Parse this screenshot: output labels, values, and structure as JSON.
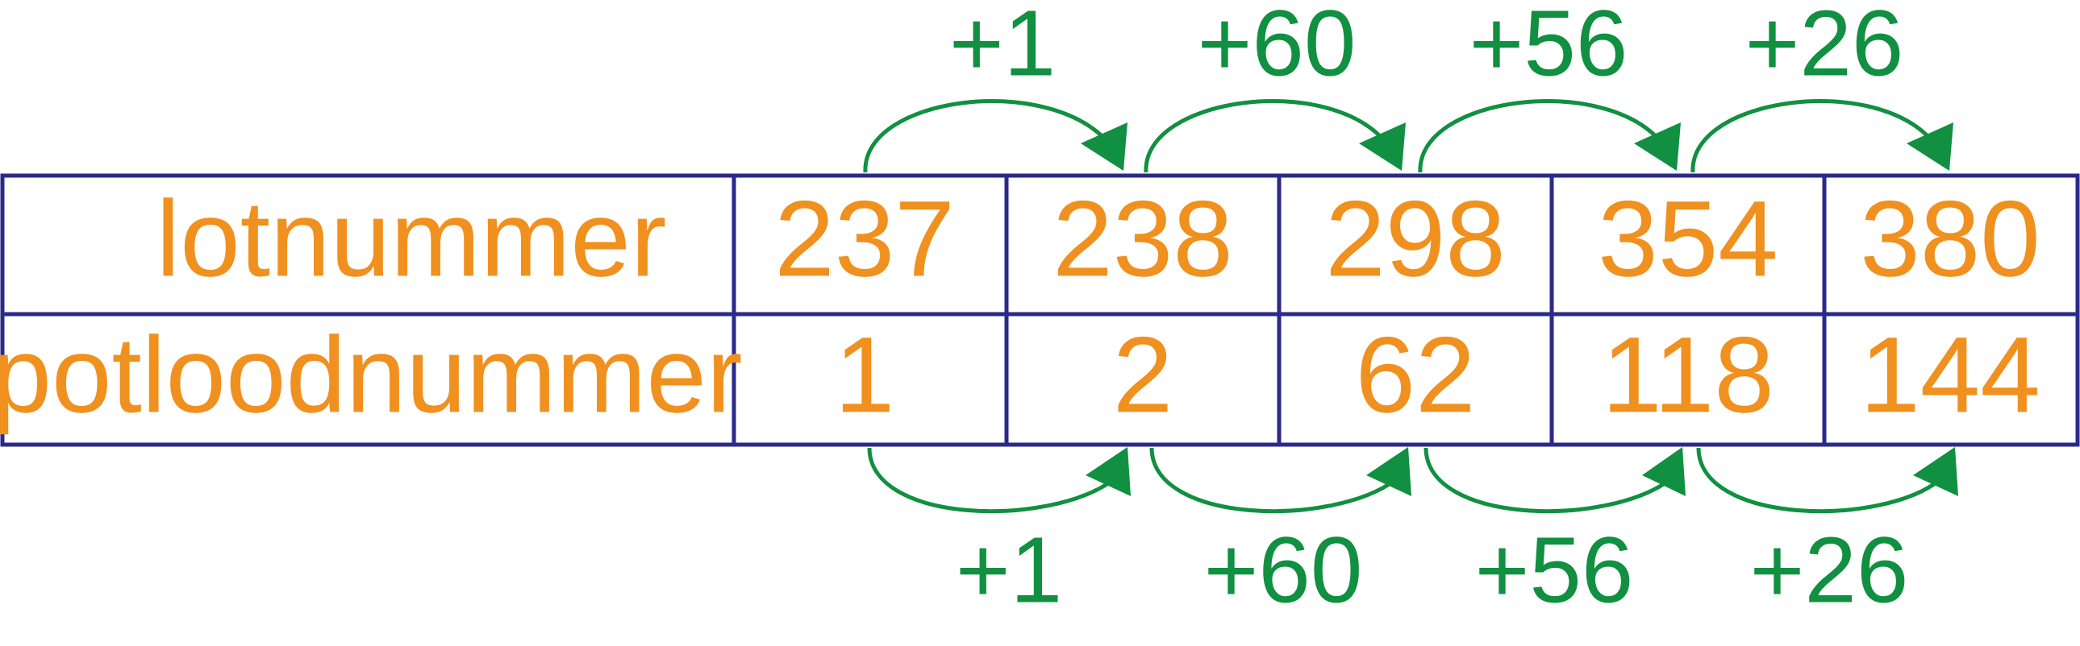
{
  "table": {
    "rows": [
      {
        "label": "lotnummer",
        "values": [
          "237",
          "238",
          "298",
          "354",
          "380"
        ]
      },
      {
        "label": "potloodnummer",
        "values": [
          "1",
          "2",
          "62",
          "118",
          "144"
        ]
      }
    ]
  },
  "top_differences": [
    "+1",
    "+60",
    "+56",
    "+26"
  ],
  "bottom_differences": [
    "+1",
    "+60",
    "+56",
    "+26"
  ],
  "colors": {
    "cell_text": "#f0901e",
    "difference": "#109040",
    "grid": "#2a2a8a"
  }
}
